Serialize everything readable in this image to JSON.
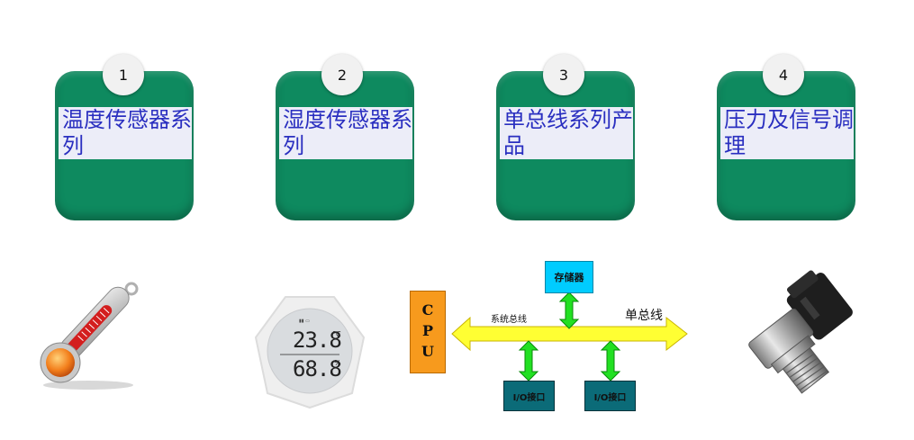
{
  "categories": [
    {
      "number": "1",
      "label": "温度传感器系列"
    },
    {
      "number": "2",
      "label": "湿度传感器系列"
    },
    {
      "number": "3",
      "label": "单总线系列产品"
    },
    {
      "number": "4",
      "label": "压力及信号调理"
    }
  ],
  "hygrometer": {
    "temperature": "23.8",
    "temp_unit": "°C",
    "humidity": "68.8",
    "humidity_unit": "%"
  },
  "bus_diagram": {
    "cpu": "CPU",
    "memory": "存储器",
    "system_bus": "系统总线",
    "single_bus": "单总线",
    "io_left": "I/O接口",
    "io_right": "I/O接口"
  },
  "colors": {
    "card_green": "#0e8a5f",
    "label_text_blue": "#2a2fc0",
    "bus_yellow": "#ffff33",
    "cpu_orange": "#f79a1d",
    "io_teal": "#0b6b78",
    "arrow_green": "#22e022"
  }
}
